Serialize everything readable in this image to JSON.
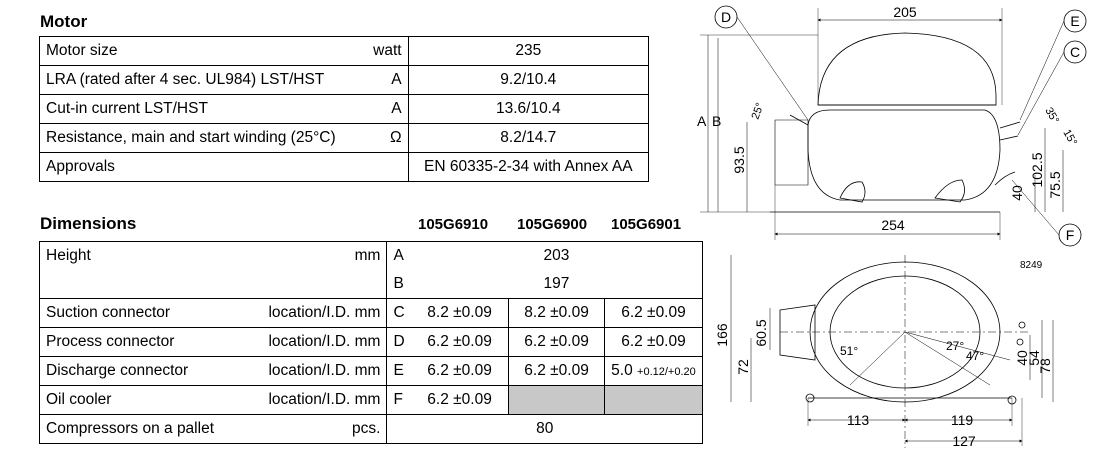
{
  "motor": {
    "title": "Motor",
    "rows": [
      {
        "label": "Motor size",
        "unit": "watt",
        "value": "235"
      },
      {
        "label": "LRA (rated after 4 sec. UL984) LST/HST",
        "unit": "A",
        "value": "9.2/10.4"
      },
      {
        "label": "Cut-in current LST/HST",
        "unit": "A",
        "value": "13.6/10.4"
      },
      {
        "label": "Resistance, main and start winding (25°C)",
        "unit": "Ω",
        "value": "8.2/14.7"
      },
      {
        "label": "Approvals",
        "unit": "",
        "value": "EN 60335-2-34 with Annex AA"
      }
    ]
  },
  "dimensions": {
    "title": "Dimensions",
    "models": [
      "105G6910",
      "105G6900",
      "105G6901"
    ],
    "height": {
      "label": "Height",
      "unit": "mm",
      "a_code": "A",
      "a_value": "203",
      "b_code": "B",
      "b_value": "197"
    },
    "suction": {
      "label": "Suction connector",
      "unit": "location/I.D. mm",
      "code": "C",
      "v1": "8.2 ±0.09",
      "v2": "8.2 ±0.09",
      "v3": "6.2 ±0.09"
    },
    "process": {
      "label": "Process connector",
      "unit": "location/I.D. mm",
      "code": "D",
      "v1": "6.2 ±0.09",
      "v2": "6.2 ±0.09",
      "v3": "6.2 ±0.09"
    },
    "discharge": {
      "label": "Discharge connector",
      "unit": "location/I.D. mm",
      "code": "E",
      "v1": "6.2 ±0.09",
      "v2": "6.2 ±0.09",
      "v3_main": "5.0",
      "v3_tol": "+0.12/+0.20"
    },
    "oil": {
      "label": "Oil cooler",
      "unit": "location/I.D. mm",
      "code": "F",
      "v1": "6.2 ±0.09"
    },
    "pallet": {
      "label": "Compressors on a pallet",
      "unit": "pcs.",
      "value": "80"
    }
  },
  "drawing": {
    "side": {
      "labels": {
        "d": "D",
        "e": "E",
        "c": "C",
        "f": "F",
        "a": "A",
        "b": "B"
      },
      "dims": {
        "top": "205",
        "bottom": "254",
        "h1": "93.5",
        "h2": "102.5",
        "h3": "75.5",
        "h4": "40",
        "ang1": "25°",
        "ang2": "35°",
        "ang3": "15°"
      }
    },
    "top": {
      "code": "8249",
      "dims": {
        "h1": "166",
        "h2": "60.5",
        "h3": "72",
        "ang1": "51°",
        "ang2": "27°",
        "ang3": "47°",
        "r1": "40",
        "r2": "54",
        "r3": "78",
        "w1": "113",
        "w2": "119",
        "w3": "127"
      }
    }
  }
}
